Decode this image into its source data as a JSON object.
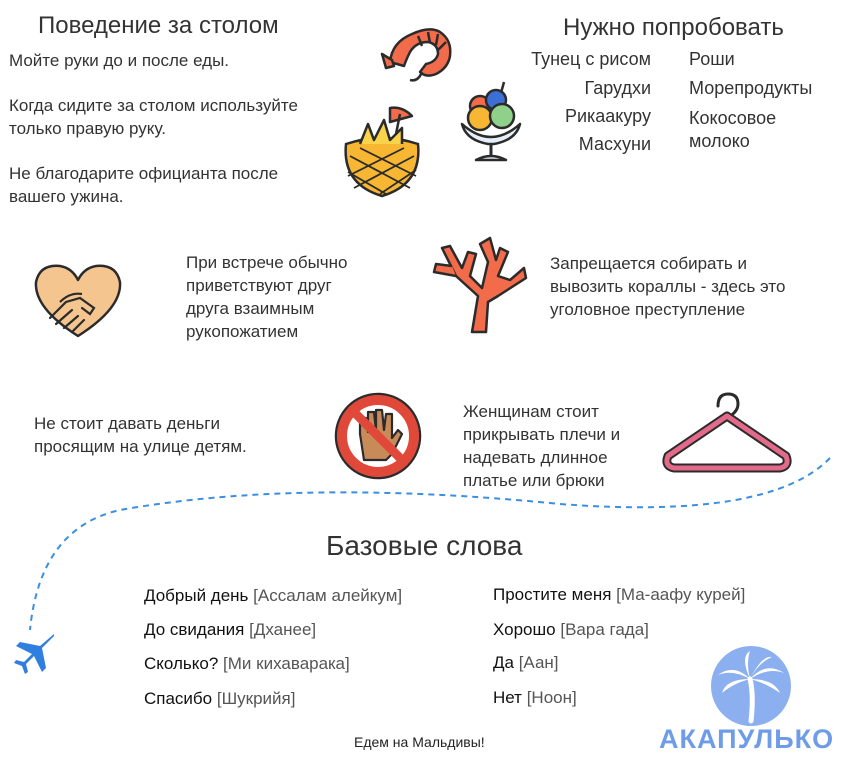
{
  "etiquette": {
    "title": "Поведение за столом",
    "rules": [
      "Мойте руки до и после еды.",
      "Когда сидите за столом используйте только правую руку.",
      "Не благодарите официанта после вашего ужина."
    ]
  },
  "try": {
    "title": "Нужно попробовать",
    "left": [
      "Тунец с рисом",
      "Гарудхи",
      "Рикаакуру",
      "Масхуни"
    ],
    "right": [
      "Роши",
      "Морепродукты",
      "Кокосовое молоко"
    ]
  },
  "tips": {
    "handshake": "При встрече обычно приветствуют друг друга взаимным рукопожатием",
    "coral": "Запрещается собирать и вывозить кораллы - здесь это уголовное преступление",
    "money": "Не стоит давать деньги просящим на улице детям.",
    "clothes": "Женщинам стоит прикрывать плечи и надевать длинное платье или брюки"
  },
  "words": {
    "title": "Базовые слова",
    "left": [
      {
        "ru": "Добрый день",
        "tr": "[Ассалам алейкум]"
      },
      {
        "ru": "До свидания",
        "tr": "[Дханее]"
      },
      {
        "ru": "Сколько?",
        "tr": "[Ми кихаваракa]"
      },
      {
        "ru": "Спасибо",
        "tr": "[Шукрийя]"
      }
    ],
    "right": [
      {
        "ru": "Простите меня",
        "tr": "[Ма-аафу курей]"
      },
      {
        "ru": "Хорошо",
        "tr": "[Вара гада]"
      },
      {
        "ru": "Да",
        "tr": "[Аан]"
      },
      {
        "ru": "Нет",
        "tr": "[Ноон]"
      }
    ]
  },
  "footer": {
    "caption": "Едем на Мальдивы!"
  },
  "brand": {
    "name": "АКАПУЛЬКО"
  },
  "icons": [
    "shrimp-icon",
    "pineapple-cocktail-icon",
    "ice-cream-icon",
    "handshake-icon",
    "coral-icon",
    "no-hand-icon",
    "hanger-icon",
    "airplane-icon",
    "palm-logo-icon"
  ],
  "colors": {
    "accent": "#6e9ce8",
    "coral": "#f26b4a",
    "dashed_path": "#3a8fe0"
  }
}
